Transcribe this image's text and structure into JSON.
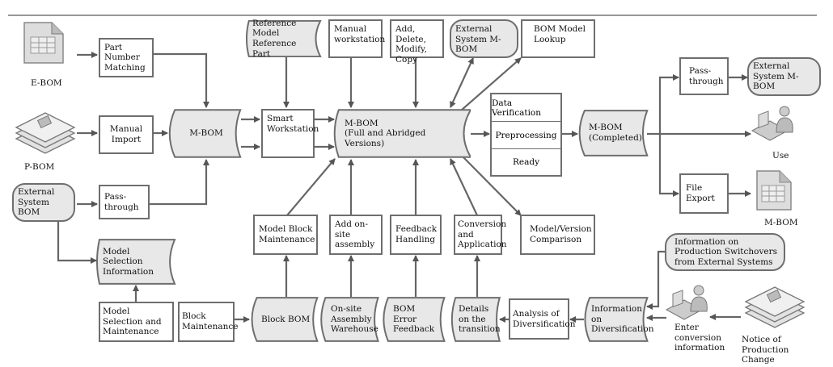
{
  "inputs": {
    "ebom": "E-BOM",
    "pbom": "P-BOM",
    "external_system_bom": "External System BOM"
  },
  "nodes": {
    "part_number_matching": "Part Number Matching",
    "manual_import": "Manual Import",
    "pass_through_left": "Pass-through",
    "mbom_left": "M-BOM",
    "smart_workstation": "Smart Workstation",
    "reference_model_line1": "Reference Model",
    "reference_model_line2": "Reference Part",
    "manual_workstation": "Manual workstation",
    "add_delete_modify_copy": "Add, Delete, Modify, Copy",
    "external_system_mbom_top": "External System M-BOM",
    "bom_model_lookup": "BOM Model Lookup",
    "mbom_full_line1": "M-BOM",
    "mbom_full_line2": "(Full and Abridged Versions)",
    "data_verification": "Data Verification",
    "preprocessing": "Preprocessing",
    "ready": "Ready",
    "mbom_completed_line1": "M-BOM",
    "mbom_completed_line2": "(Completed)",
    "pass_through_right": "Pass-through",
    "external_system_mbom_right": "External System M-BOM",
    "use": "Use",
    "file_export": "File Export",
    "mbom_file": "M-BOM",
    "model_block_maintenance": "Model Block Maintenance",
    "add_onsite_assembly": "Add on-site assembly",
    "feedback_handling": "Feedback Handling",
    "conversion_and_application": "Conversion and Application",
    "model_version_comparison": "Model/Version Comparison",
    "model_selection_information": "Model Selection Information",
    "model_selection_and_maintenance": "Model Selection and Maintenance",
    "block_maintenance": "Block Maintenance",
    "block_bom": "Block BOM",
    "onsite_assembly_warehouse": "On-site Assembly Warehouse",
    "bom_error_feedback": "BOM Error Feedback",
    "details_on_transition": "Details on the transition",
    "analysis_of_diversification": "Analysis of Diversification",
    "information_on_diversification": "Information on Diversification",
    "info_production_switchovers": "Information on Production Switchovers from External Systems",
    "enter_conversion_information": "Enter conversion information",
    "notice_of_production_change": "Notice of Production Change"
  },
  "colors": {
    "stroke": "#6e6e6e",
    "fill_gray": "#e8e8e8",
    "arrow": "#555555"
  }
}
